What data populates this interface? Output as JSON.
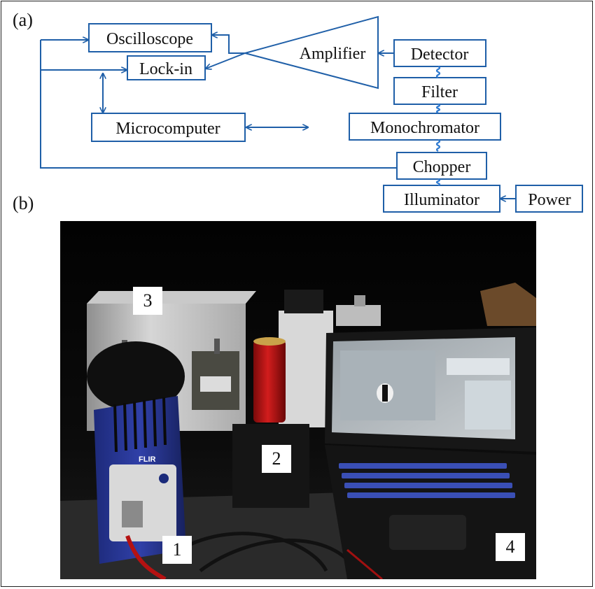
{
  "panels": {
    "a": "(a)",
    "b": "(b)"
  },
  "colors": {
    "stroke": "#1f5fa8",
    "wave": "#2f7ad0"
  },
  "diagram": {
    "boxes": {
      "oscilloscope": "Oscilloscope",
      "lockin": "Lock-in",
      "microcomputer": "Microcomputer",
      "amplifier": "Amplifier",
      "detector": "Detector",
      "filter": "Filter",
      "monochromator": "Monochromator",
      "chopper": "Chopper",
      "illuminator": "Illuminator",
      "power": "Power"
    }
  },
  "photo": {
    "labels": {
      "one": "1",
      "two": "2",
      "three": "3",
      "four": "4"
    },
    "camera_brand": "FLIR"
  }
}
